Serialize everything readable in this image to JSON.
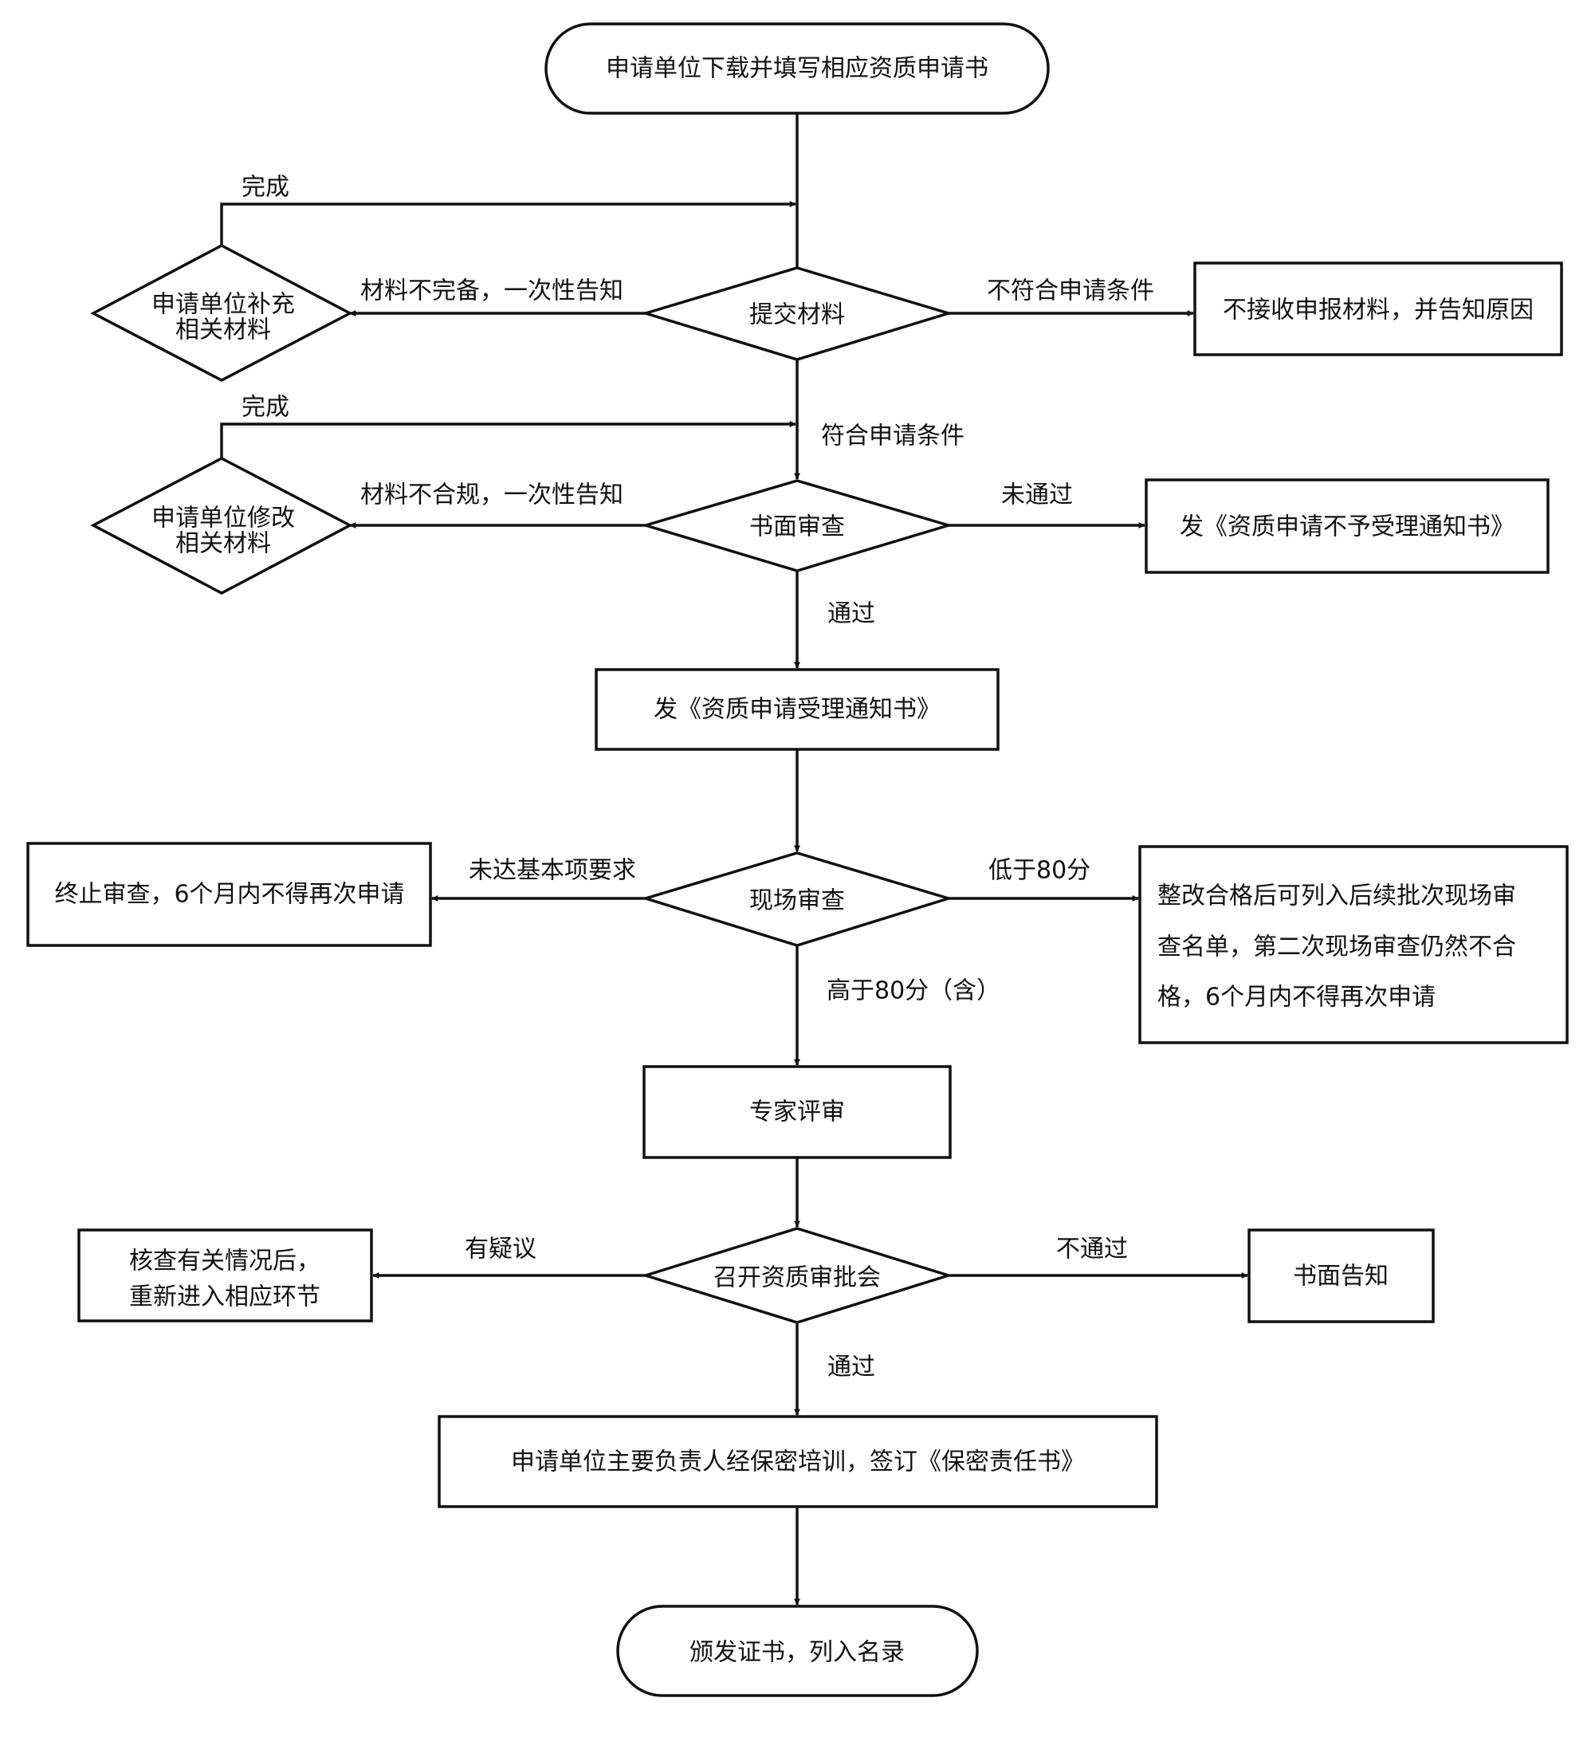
{
  "nodes": {
    "start": "申请单位下载并填写相应资质申请书",
    "submit": "提交材料",
    "supplement": [
      "申请单位补充",
      "相关材料"
    ],
    "reject_materials": "不接收申报材料，并告知原因",
    "written_review": "书面审查",
    "modify": [
      "申请单位修改",
      "相关材料"
    ],
    "not_accepted_notice": "发《资质申请不予受理通知书》",
    "accepted_notice": "发《资质申请受理通知书》",
    "onsite_review": "现场审查",
    "terminate": "终止审查，6个月内不得再次申请",
    "rectify": [
      "整改合格后可列入后续批次现场审",
      "查名单，第二次现场审查仍然不合",
      "格，6个月内不得再次申请"
    ],
    "expert_review": "专家评审",
    "approval_meeting": "召开资质审批会",
    "recheck": [
      "核查有关情况后，",
      "重新进入相应环节"
    ],
    "written_notice": "书面告知",
    "training": "申请单位主要负责人经保密培训，签订《保密责任书》",
    "issue_certificate": "颁发证书，列入名录"
  },
  "edges": {
    "done_1": "完成",
    "incomplete": "材料不完备，一次性告知",
    "not_eligible": "不符合申请条件",
    "done_2": "完成",
    "eligible": "符合申请条件",
    "non_compliant": "材料不合规，一次性告知",
    "written_failed": "未通过",
    "written_passed": "通过",
    "basic_not_met": "未达基本项要求",
    "below_80": "低于80分",
    "above_80": "高于80分（含）",
    "doubt": "有疑议",
    "meeting_failed": "不通过",
    "meeting_passed": "通过"
  }
}
